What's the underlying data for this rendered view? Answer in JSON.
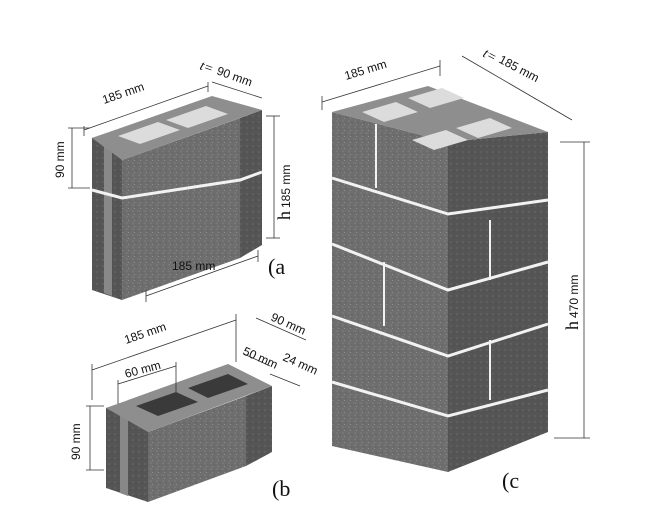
{
  "figure_a": {
    "label": "(a",
    "top_width": "185 mm",
    "thickness_prefix": "t=",
    "thickness": "90 mm",
    "left_height": "90 mm",
    "height_prefix": "h",
    "height": "185 mm",
    "bottom_width": "185 mm"
  },
  "figure_b": {
    "label": "(b",
    "length": "185 mm",
    "width": "90 mm",
    "cavity": "60 mm",
    "shell": "50 mm",
    "web": "24 mm",
    "height": "90 mm"
  },
  "figure_c": {
    "label": "(c",
    "top_width": "185 mm",
    "thickness_prefix": "t=",
    "thickness": "185 mm",
    "height_prefix": "h",
    "height": "470 mm"
  },
  "colors": {
    "front_face": "#7a7a7a",
    "side_face": "#5a5a5a",
    "top_face": "#9a9a9a",
    "cavity": "#dcdcdc",
    "mortar": "#f2f2f2"
  }
}
